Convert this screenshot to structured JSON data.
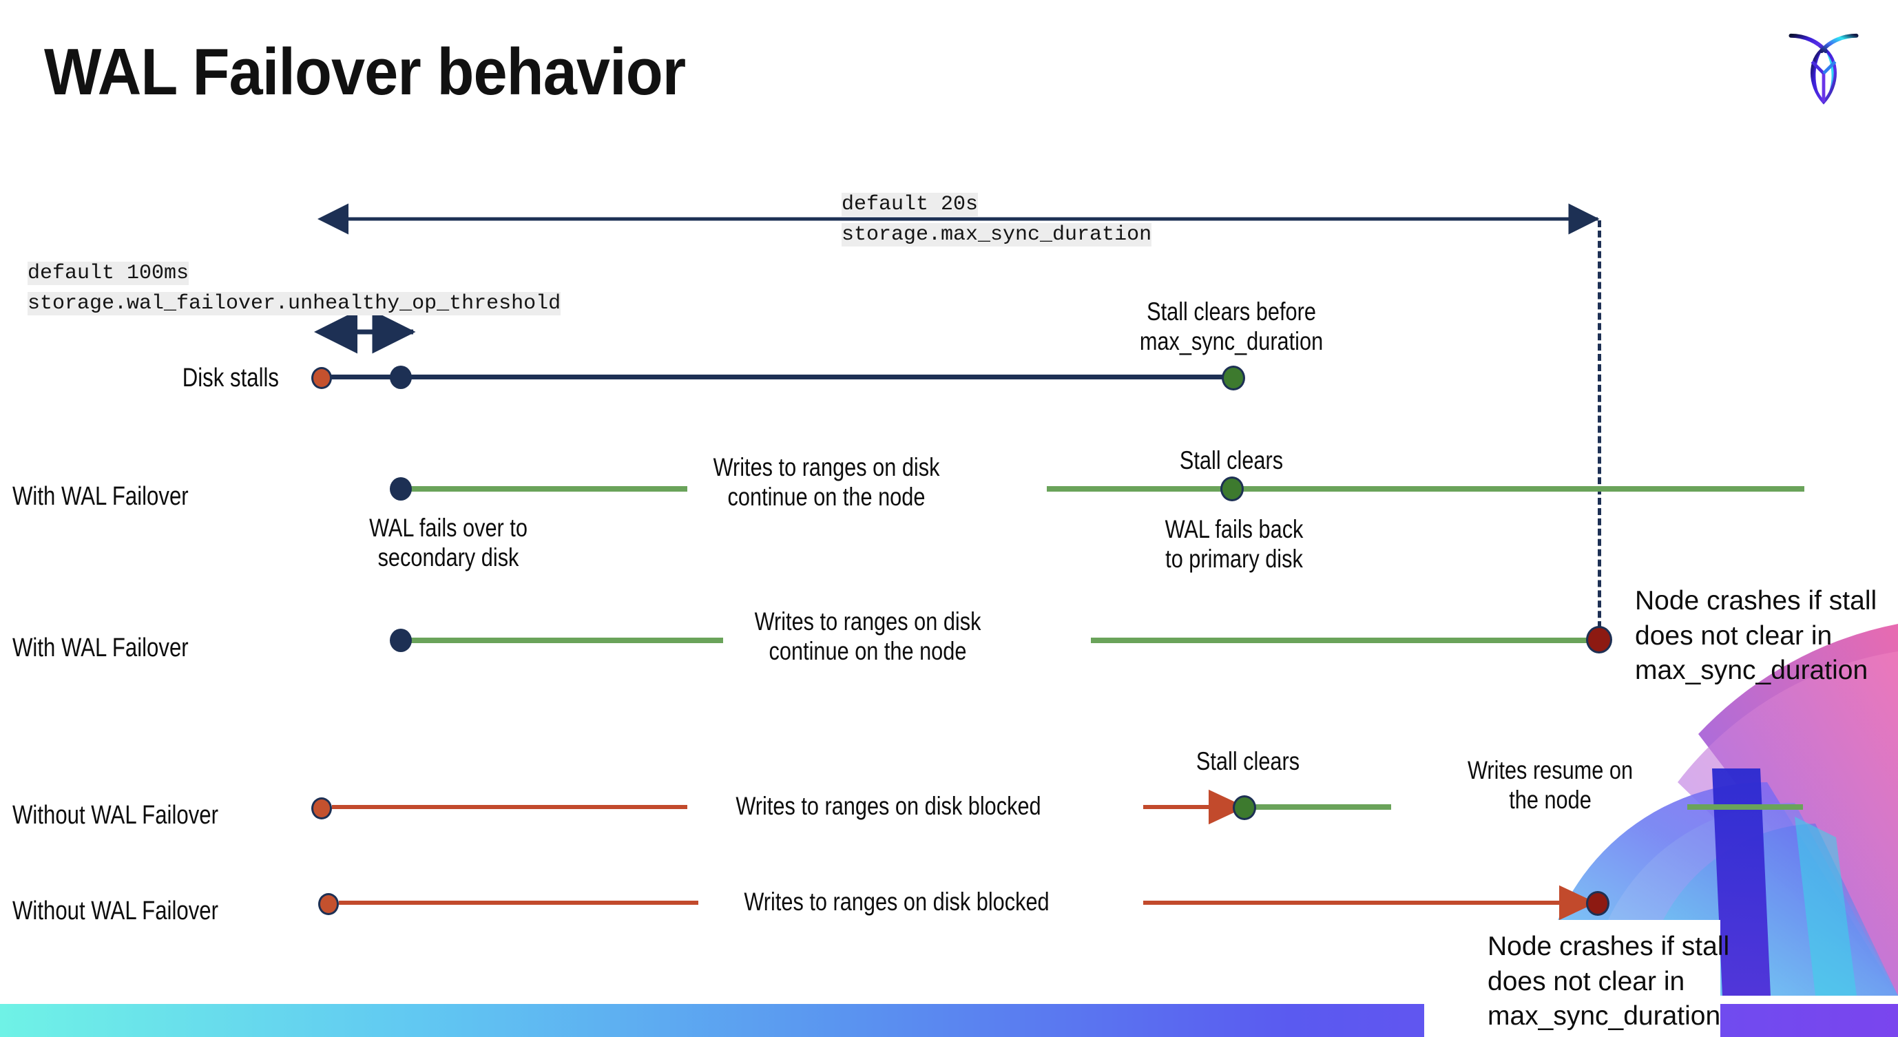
{
  "slide": {
    "title": "WAL Failover behavior",
    "logo_name": "cockroachdb-logo"
  },
  "settings": {
    "max_sync_duration": {
      "default_label": "default 20s",
      "name": "storage.max_sync_duration"
    },
    "unhealthy_op_threshold": {
      "default_label": "default 100ms",
      "name": "storage.wal_failover.unhealthy_op_threshold"
    }
  },
  "colors": {
    "navy": "#1d3054",
    "green_line": "#6aa35a",
    "green_dot": "#3d7a2e",
    "red_line": "#c24a2c",
    "red_dot": "#c4512e",
    "dark_red_dot": "#8d1a12",
    "code_bg": "#ededed"
  },
  "rows": [
    {
      "label": "Disk stalls",
      "annotations": [
        "Stall clears before\nmax_sync_duration"
      ]
    },
    {
      "label": "With WAL Failover",
      "annotations": [
        "Writes to ranges on disk\ncontinue on the node",
        "Stall clears",
        "WAL fails over to\nsecondary disk",
        "WAL fails  back\nto primary disk"
      ]
    },
    {
      "label": "With WAL Failover",
      "annotations": [
        "Writes to ranges on disk\ncontinue on the node",
        "Node crashes if stall\ndoes not clear in\nmax_sync_duration"
      ]
    },
    {
      "label": "Without WAL Failover",
      "annotations": [
        "Writes to ranges on disk  blocked",
        "Stall clears",
        "Writes resume on\nthe node"
      ]
    },
    {
      "label": "Without WAL Failover",
      "annotations": [
        "Writes to ranges on disk  blocked",
        "Node crashes if stall\ndoes not clear in\nmax_sync_duration"
      ]
    }
  ]
}
